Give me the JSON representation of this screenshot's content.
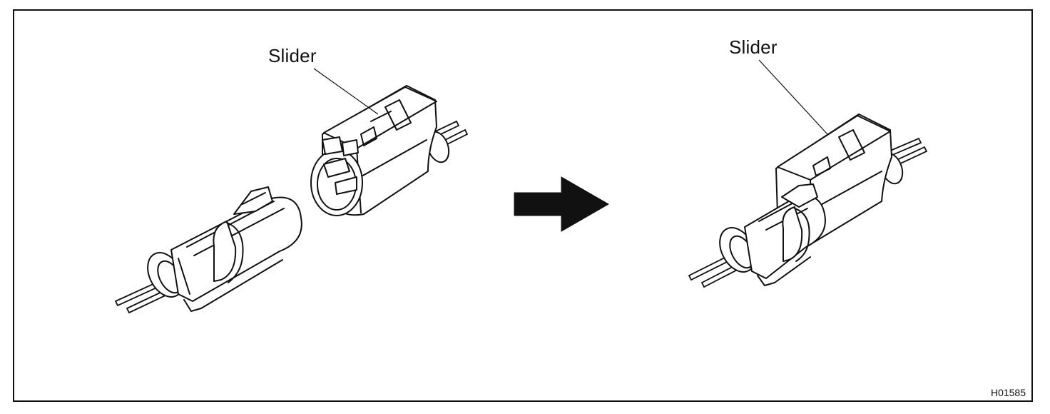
{
  "callouts": {
    "left_label": "Slider",
    "right_label": "Slider"
  },
  "figure_code": "H01585",
  "colors": {
    "ink": "#111111",
    "paper": "#ffffff"
  },
  "icons": {
    "direction": "right-arrow-icon"
  }
}
